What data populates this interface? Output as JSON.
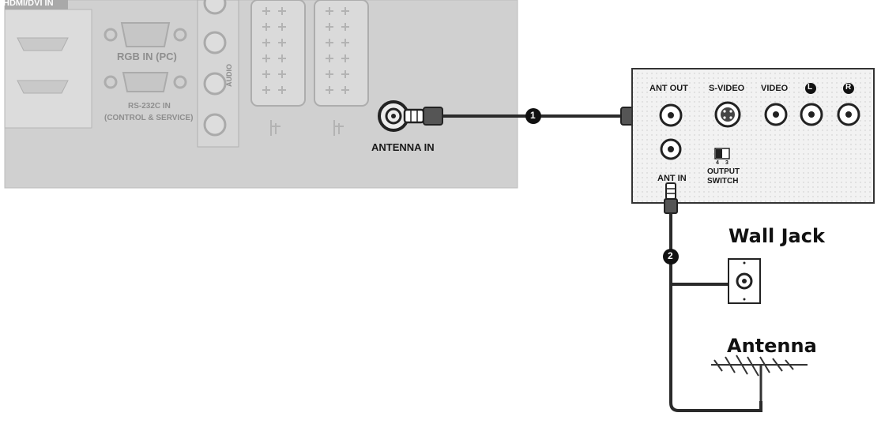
{
  "tv_panel": {
    "top_label": "HDMI/DVI IN",
    "rgb_label": "RGB IN (PC)",
    "rs232_line1": "RS-232C IN",
    "rs232_line2": "(CONTROL & SERVICE)",
    "audio_label": "AUDIO",
    "antenna_in_label": "ANTENNA IN"
  },
  "vcr": {
    "ant_out_label": "ANT OUT",
    "s_video_label": "S-VIDEO",
    "video_label": "VIDEO",
    "audio_l_label": "L",
    "audio_r_label": "R",
    "ant_in_label": "ANT IN",
    "output_switch_line1": "OUTPUT",
    "output_switch_line2": "SWITCH",
    "switch_pos_a": "4",
    "switch_pos_b": "3"
  },
  "steps": {
    "step1": "1",
    "step2": "2"
  },
  "sources": {
    "wall_jack_label": "Wall Jack",
    "antenna_label": "Antenna"
  },
  "colors": {
    "panel_gray": "#cfcfcf",
    "cable": "#2a2a2a",
    "vcr_bg": "#f4f4f4"
  },
  "icons": [
    "coax-jack-icon",
    "wall-jack-icon",
    "antenna-icon",
    "step-badge-icon"
  ]
}
